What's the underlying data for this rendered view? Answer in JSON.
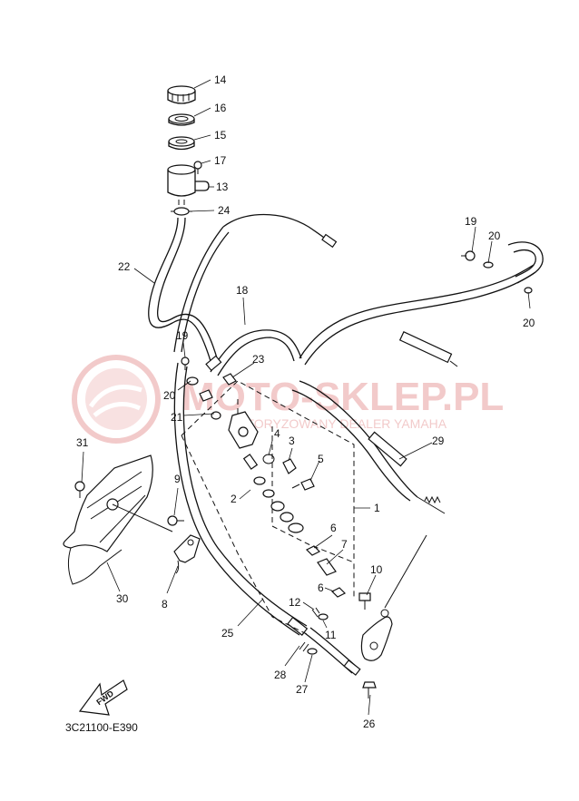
{
  "diagram_code": "3C21100-E390",
  "fwd_label": "FWD",
  "watermark": {
    "title": "MOTO-SKLEP.PL",
    "subtitle": "AUTORYZOWANY DEALER YAMAHA",
    "color": "#e8a0a0"
  },
  "callouts": [
    {
      "id": "c1",
      "text": "1"
    },
    {
      "id": "c2",
      "text": "2"
    },
    {
      "id": "c3",
      "text": "3"
    },
    {
      "id": "c4",
      "text": "4"
    },
    {
      "id": "c5",
      "text": "5"
    },
    {
      "id": "c6a",
      "text": "6"
    },
    {
      "id": "c6b",
      "text": "6"
    },
    {
      "id": "c7",
      "text": "7"
    },
    {
      "id": "c8",
      "text": "8"
    },
    {
      "id": "c9",
      "text": "9"
    },
    {
      "id": "c10",
      "text": "10"
    },
    {
      "id": "c11",
      "text": "11"
    },
    {
      "id": "c12",
      "text": "12"
    },
    {
      "id": "c13",
      "text": "13"
    },
    {
      "id": "c14",
      "text": "14"
    },
    {
      "id": "c15",
      "text": "15"
    },
    {
      "id": "c16",
      "text": "16"
    },
    {
      "id": "c17",
      "text": "17"
    },
    {
      "id": "c18",
      "text": "18"
    },
    {
      "id": "c19a",
      "text": "19"
    },
    {
      "id": "c19b",
      "text": "19"
    },
    {
      "id": "c20a",
      "text": "20"
    },
    {
      "id": "c20b",
      "text": "20"
    },
    {
      "id": "c20c",
      "text": "20"
    },
    {
      "id": "c21",
      "text": "21"
    },
    {
      "id": "c22",
      "text": "22"
    },
    {
      "id": "c23",
      "text": "23"
    },
    {
      "id": "c24",
      "text": "24"
    },
    {
      "id": "c25",
      "text": "25"
    },
    {
      "id": "c26",
      "text": "26"
    },
    {
      "id": "c27",
      "text": "27"
    },
    {
      "id": "c28",
      "text": "28"
    },
    {
      "id": "c29",
      "text": "29"
    },
    {
      "id": "c30",
      "text": "30"
    },
    {
      "id": "c31",
      "text": "31"
    }
  ]
}
